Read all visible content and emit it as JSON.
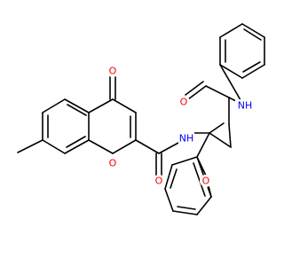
{
  "molecule": {
    "atom_labels": {
      "o_carbonyl_chromone": "O",
      "o_ring_chromone": "O",
      "o_amide_left": "O",
      "nh_amide_left": "NH",
      "o_amide_right": "O",
      "nh_amide_right": "NH",
      "o_furan": "O"
    },
    "colors": {
      "bond": "#000000",
      "oxygen": "#ff0000",
      "nitrogen": "#0000ff",
      "background": "#ffffff"
    }
  }
}
